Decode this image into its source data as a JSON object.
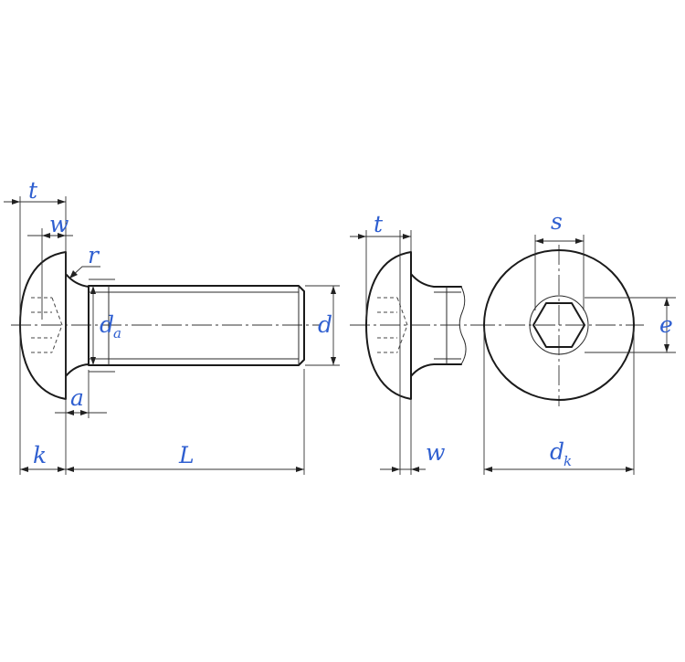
{
  "labels": {
    "t": "t",
    "w": "w",
    "r": "r",
    "d": "d",
    "a_sub": "a",
    "a": "a",
    "k": "k",
    "L": "L",
    "s": "s",
    "e": "e",
    "dk_sub": "k"
  },
  "colors": {
    "label": "#2f5fd0",
    "line": "#1a1a1a"
  }
}
